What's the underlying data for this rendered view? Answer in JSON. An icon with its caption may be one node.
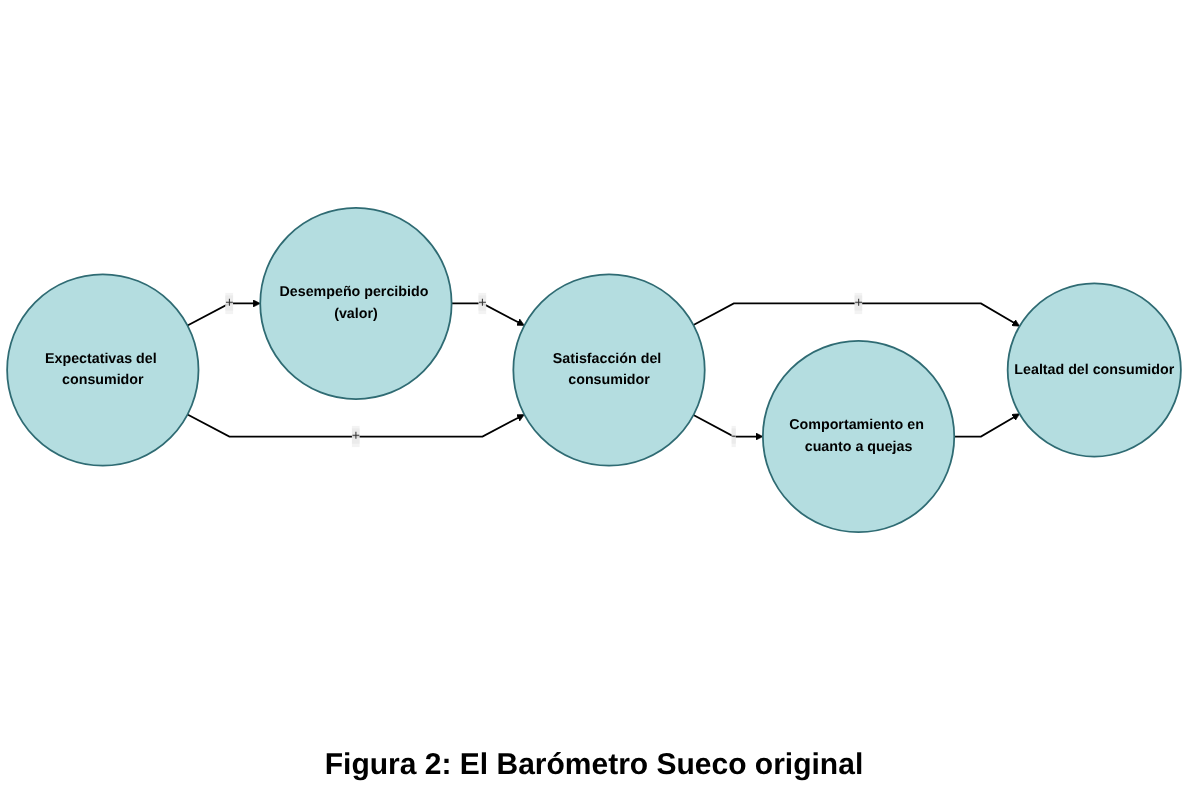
{
  "diagram": {
    "caption": "Figura 2: El Barómetro Sueco original",
    "nodes": [
      {
        "text": [
          "Desempeño percibido (valor)"
        ]
      },
      {
        "text": [
          "Comportamiento en cuanto a quejas"
        ]
      },
      {
        "text": [
          "Satisfacción del consumidor"
        ]
      },
      {
        "text": [
          "Expectativas del consumidor"
        ]
      },
      {
        "text": [
          "Lealtad del consumidor"
        ]
      }
    ],
    "edges": [
      {
        "from": 3,
        "to": 0,
        "arrow": "to",
        "label": "+"
      },
      {
        "from": 0,
        "to": 2,
        "arrow": "to",
        "label": "+"
      },
      {
        "from": 3,
        "to": 2,
        "arrow": "to",
        "label": "+"
      },
      {
        "from": 2,
        "to": 1,
        "arrow": "to",
        "label": "-"
      },
      {
        "from": 2,
        "to": 4,
        "arrow": "to",
        "label": "+"
      },
      {
        "from": 1,
        "to": 4,
        "arrow": "to"
      }
    ]
  }
}
